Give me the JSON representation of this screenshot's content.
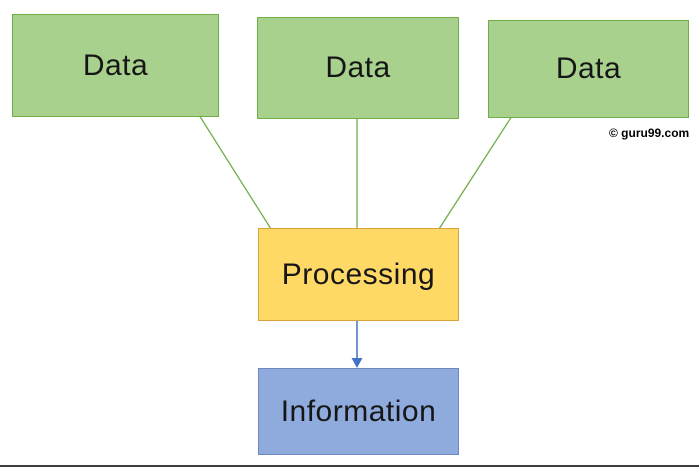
{
  "nodes": {
    "data1": {
      "label": "Data"
    },
    "data2": {
      "label": "Data"
    },
    "data3": {
      "label": "Data"
    },
    "processing": {
      "label": "Processing"
    },
    "information": {
      "label": "Information"
    }
  },
  "edges": [
    {
      "from": "data1",
      "to": "processing",
      "style": "line"
    },
    {
      "from": "data2",
      "to": "processing",
      "style": "line"
    },
    {
      "from": "data3",
      "to": "processing",
      "style": "line"
    },
    {
      "from": "processing",
      "to": "information",
      "style": "arrow"
    }
  ],
  "watermark": "© guru99.com",
  "colors": {
    "data_fill": "#a9d18e",
    "data_border": "#70ad47",
    "processing_fill": "#ffd966",
    "processing_border": "#d8a33c",
    "information_fill": "#8faadc",
    "information_border": "#6f88c4",
    "connector_green": "#70ad47",
    "arrow_blue": "#4472c4"
  }
}
